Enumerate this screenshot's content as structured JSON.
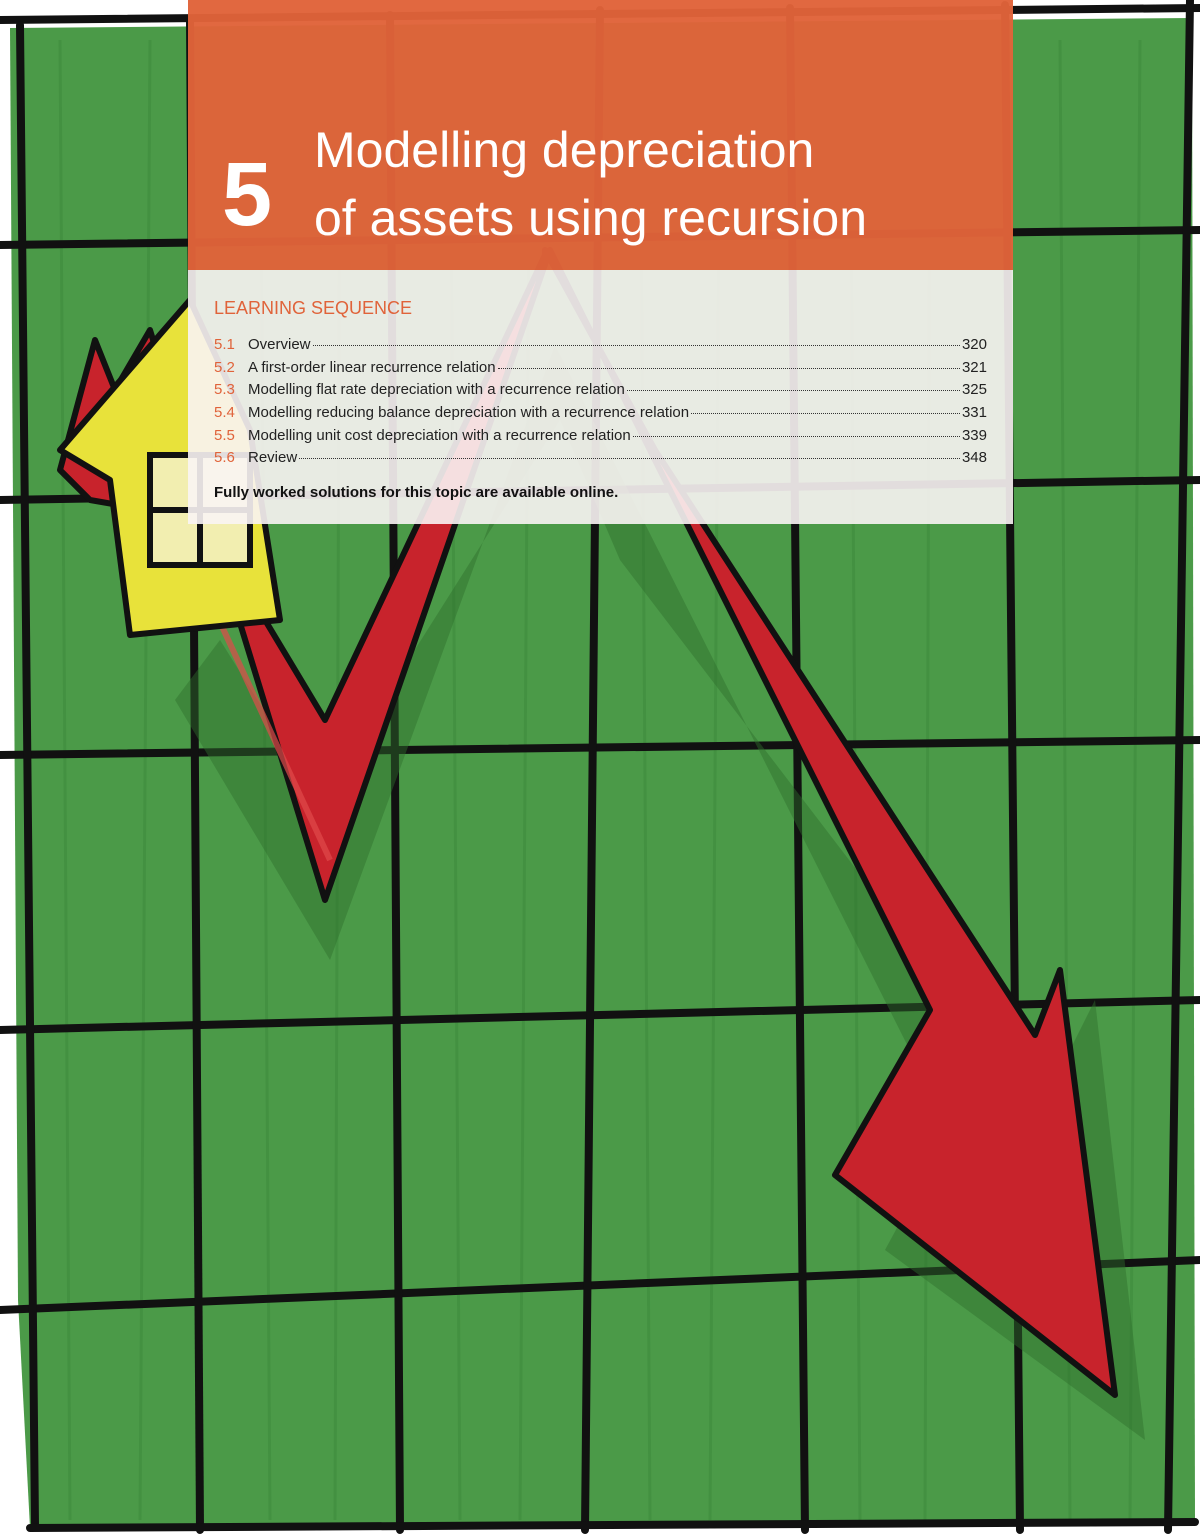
{
  "chapter": {
    "number": "5",
    "title_line_1": "Modelling depreciation",
    "title_line_2": "of assets using recursion"
  },
  "learning_sequence": {
    "heading": "LEARNING SEQUENCE",
    "items": [
      {
        "num": "5.1",
        "label": "Overview",
        "page": "320"
      },
      {
        "num": "5.2",
        "label": "A first-order linear recurrence relation",
        "page": "321"
      },
      {
        "num": "5.3",
        "label": "Modelling flat rate depreciation with a recurrence relation",
        "page": "325"
      },
      {
        "num": "5.4",
        "label": "Modelling reducing balance depreciation with a recurrence relation",
        "page": "331"
      },
      {
        "num": "5.5",
        "label": "Modelling unit cost depreciation with a recurrence relation",
        "page": "339"
      },
      {
        "num": "5.6",
        "label": "Review",
        "page": "348"
      }
    ],
    "footnote": "Fully worked solutions for this topic are available online."
  },
  "colors": {
    "accent": "#e0633a",
    "grid_green": "#4b9a48",
    "arrow_red": "#c8232c",
    "house_yellow": "#e8e23a"
  },
  "illustration": {
    "icons": [
      "falling-arrow-icon",
      "house-icon",
      "grid-background"
    ]
  }
}
